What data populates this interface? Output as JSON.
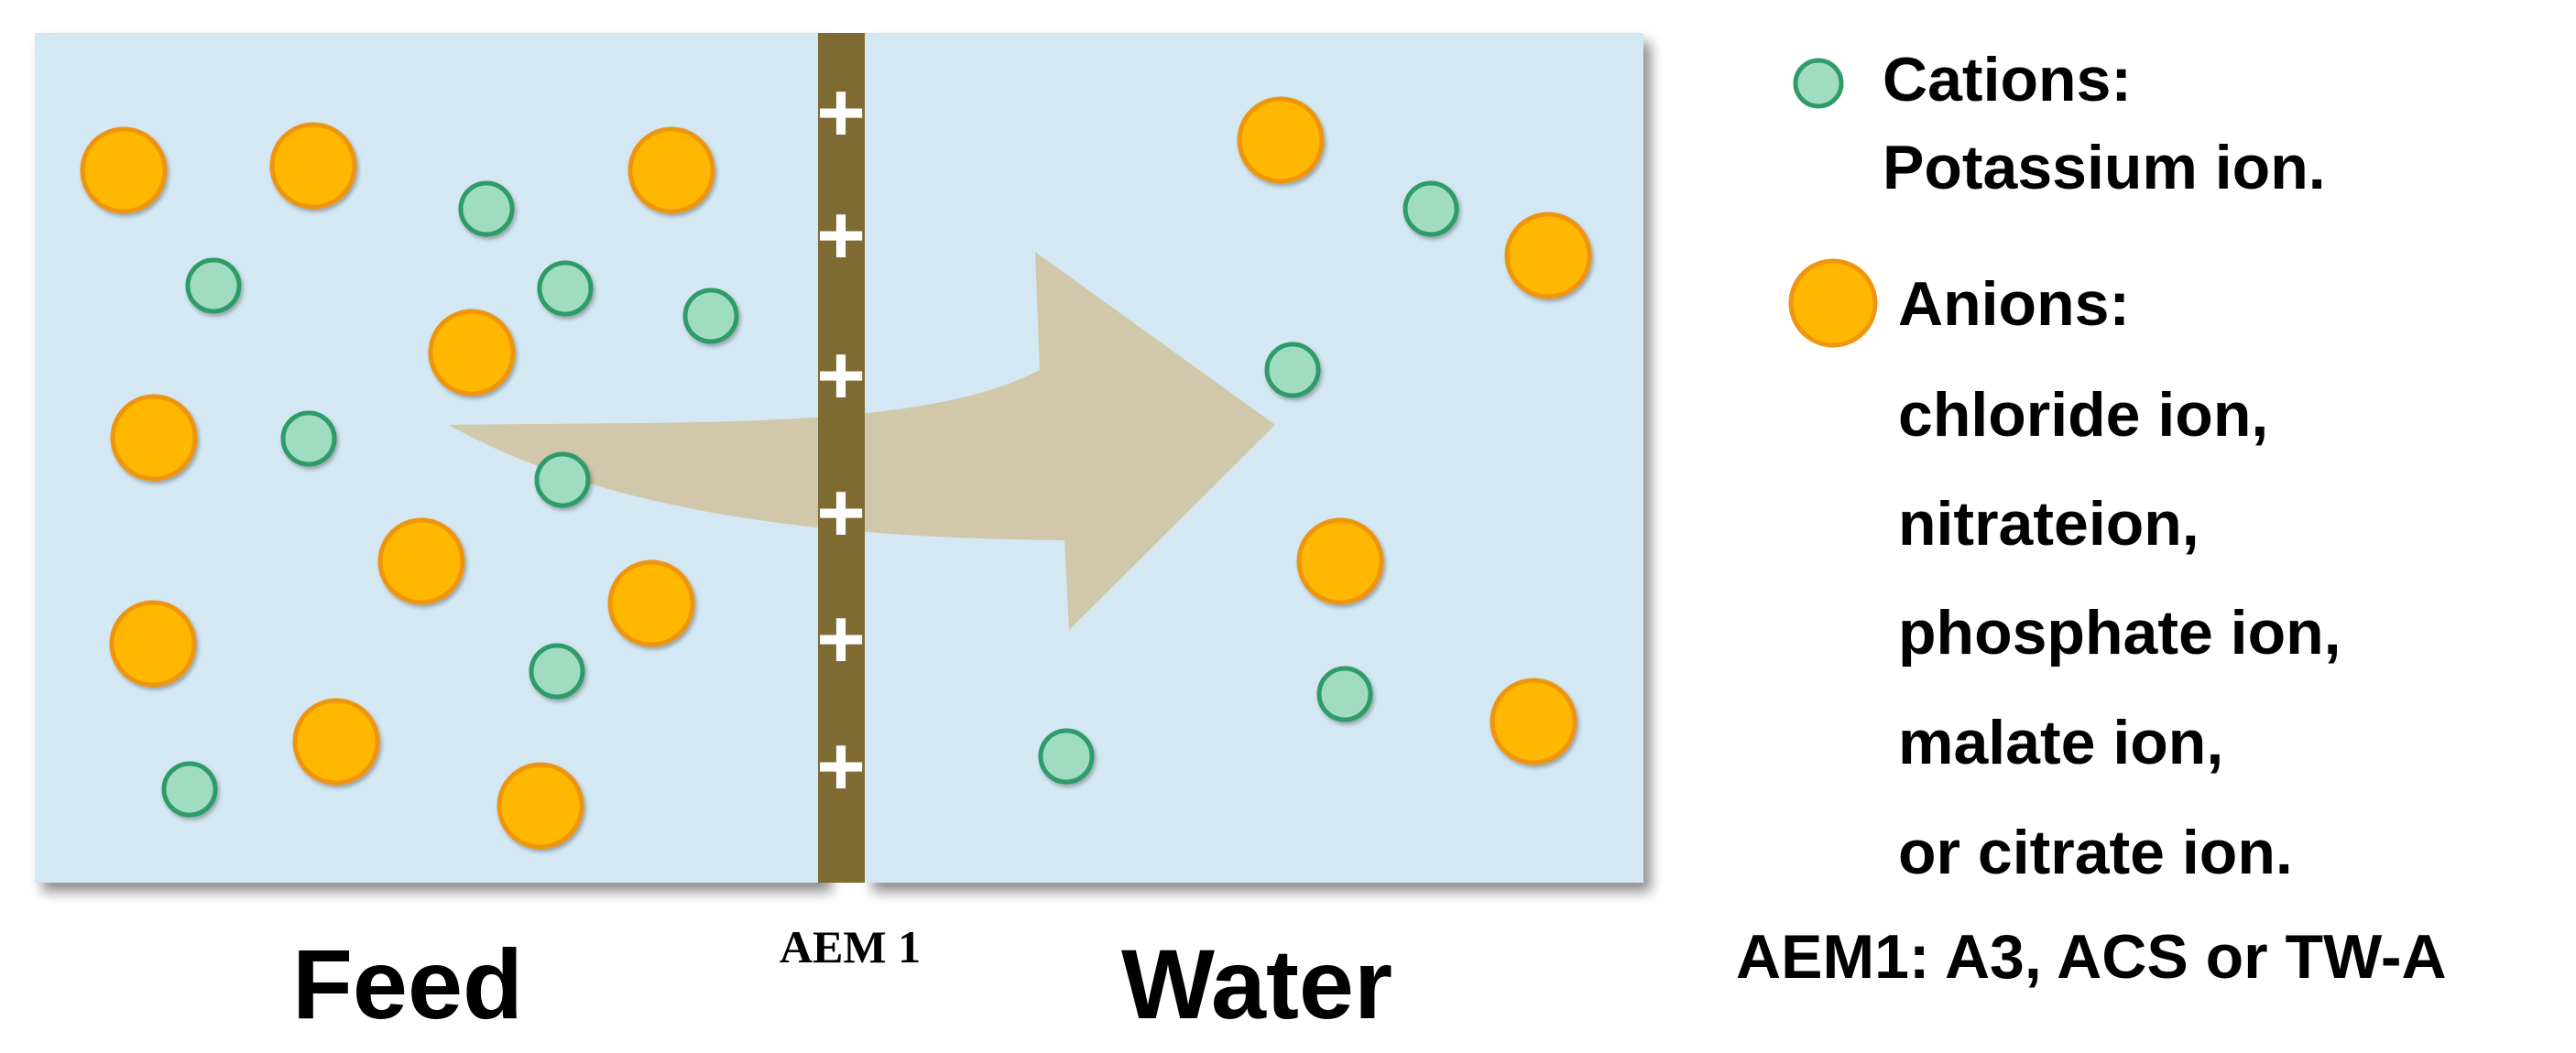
{
  "labels": {
    "feed": "Feed",
    "membrane": "AEM 1",
    "water": "Water"
  },
  "legend": {
    "cations_title": "Cations:",
    "cations_desc": "Potassium ion.",
    "anions_title": "Anions:",
    "anions_lines": [
      "chloride ion,",
      "nitrateion,",
      "phosphate ion,",
      "malate ion,",
      "or citrate ion."
    ],
    "aem_note": "AEM1: A3, ACS or TW-A"
  },
  "membrane_sign": "+",
  "colors": {
    "chamber": "#d4e8f3",
    "membrane": "#7f6a32",
    "cation_fill": "#9fdcc2",
    "cation_stroke": "#2f9c68",
    "anion_fill": "#ffb700",
    "anion_stroke": "#ef9510",
    "arrow": "#d1c5a6"
  }
}
